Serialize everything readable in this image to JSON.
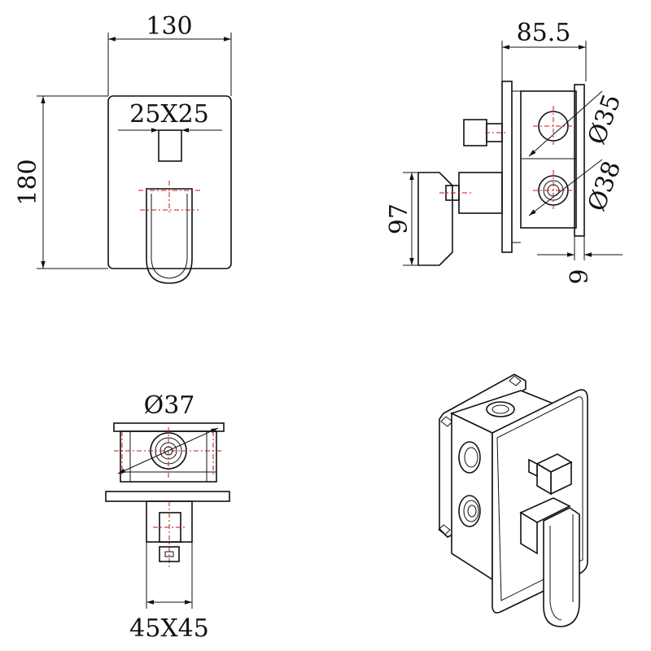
{
  "dimensions": {
    "width_130": "130",
    "height_180": "180",
    "square_25x25": "25X25",
    "depth_85_5": "85.5",
    "dia_35": "Ø35",
    "dia_38": "Ø38",
    "height_97": "97",
    "offset_9": "9",
    "dia_37": "Ø37",
    "square_45x45": "45X45"
  },
  "colors": {
    "line": "#111111",
    "centerline": "#cc1111",
    "background": "#ffffff"
  }
}
